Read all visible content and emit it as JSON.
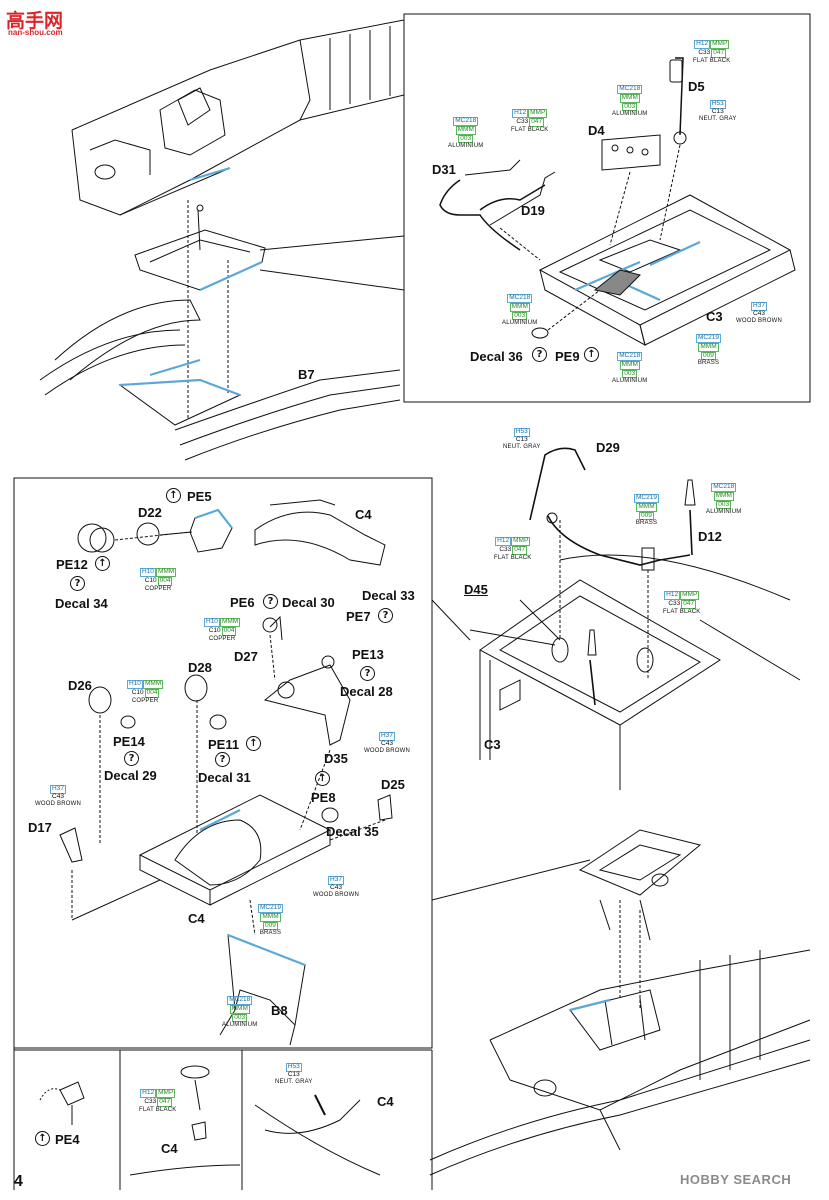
{
  "page": {
    "number": "4"
  },
  "watermarks": {
    "top_logo_text": "高手网",
    "top_logo_url": "nan-shou.com",
    "bottom_logo": "HOBBY SEARCH"
  },
  "labels": {
    "B7": "B7",
    "D5": "D5",
    "D4": "D4",
    "D31": "D31",
    "D19": "D19",
    "C3_top": "C3",
    "decal36": "Decal 36",
    "pe9": "PE9",
    "D29": "D29",
    "D12": "D12",
    "D45": "D45",
    "C3_right": "C3",
    "PE5": "PE5",
    "D22": "D22",
    "C4_top": "C4",
    "PE12": "PE12",
    "decal34": "Decal 34",
    "PE6": "PE6",
    "decal30": "Decal 30",
    "decal33": "Decal 33",
    "PE7": "PE7",
    "D27": "D27",
    "PE13": "PE13",
    "decal28": "Decal 28",
    "D28": "D28",
    "D26": "D26",
    "PE14": "PE14",
    "PE11": "PE11",
    "decal29": "Decal 29",
    "decal31": "Decal 31",
    "D35": "D35",
    "PE8": "PE8",
    "D25": "D25",
    "decal35": "Decal 35",
    "D17": "D17",
    "C4_mid": "C4",
    "B8": "B8",
    "PE4": "PE4",
    "C4_inset1": "C4",
    "C4_inset2": "C4"
  },
  "paint_callouts": {
    "flat_black_top": {
      "h": "H12",
      "m": "MMP",
      "c": "C33",
      "n": "047",
      "name": "FLAT BLACK"
    },
    "alu_a": {
      "h": "MC218",
      "m": "MMM",
      "n": "003",
      "name": "ALUMINIUM"
    },
    "flat_black_b": {
      "h": "H12",
      "m": "MMP",
      "c": "C33",
      "n": "047",
      "name": "FLAT BLACK"
    },
    "alu_b": {
      "h": "MC218",
      "m": "MMM",
      "n": "003",
      "name": "ALUMINIUM"
    },
    "neut_gray_a": {
      "h": "H53",
      "c": "C13",
      "name": "NEUT. GRAY"
    },
    "alu_c": {
      "h": "MC218",
      "m": "MMM",
      "n": "003",
      "name": "ALUMINIUM"
    },
    "wood_brown_a": {
      "h": "H37",
      "c": "C43",
      "name": "WOOD BROWN"
    },
    "brass_a": {
      "h": "MC219",
      "m": "MMM",
      "n": "009",
      "name": "BRASS"
    },
    "alu_d": {
      "h": "MC218",
      "m": "MMM",
      "n": "003",
      "name": "ALUMINIUM"
    },
    "neut_gray_b": {
      "h": "H53",
      "c": "C13",
      "name": "NEUT. GRAY"
    },
    "brass_b": {
      "h": "MC219",
      "m": "MMM",
      "n": "009",
      "name": "BRASS"
    },
    "alu_e": {
      "h": "MC218",
      "m": "MMM",
      "n": "003",
      "name": "ALUMINIUM"
    },
    "flat_black_c": {
      "h": "H12",
      "m": "MMP",
      "c": "C33",
      "n": "047",
      "name": "FLAT BLACK"
    },
    "flat_black_d": {
      "h": "H12",
      "m": "MMP",
      "c": "C33",
      "n": "047",
      "name": "FLAT BLACK"
    },
    "copper_a": {
      "h": "H10",
      "m": "MMM",
      "c": "C10",
      "n": "004",
      "name": "COPPER"
    },
    "copper_b": {
      "h": "H10",
      "m": "MMM",
      "c": "C10",
      "n": "004",
      "name": "COPPER"
    },
    "copper_c": {
      "h": "H10",
      "m": "MMM",
      "c": "C10",
      "n": "004",
      "name": "COPPER"
    },
    "wood_brown_b": {
      "h": "H37",
      "c": "C43",
      "name": "WOOD BROWN"
    },
    "wood_brown_c": {
      "h": "H37",
      "c": "C43",
      "name": "WOOD BROWN"
    },
    "wood_brown_d": {
      "h": "H37",
      "c": "C43",
      "name": "WOOD BROWN"
    },
    "brass_c": {
      "h": "MC219",
      "m": "MMM",
      "n": "009",
      "name": "BRASS"
    },
    "alu_f": {
      "h": "MC218",
      "m": "MMM",
      "n": "003",
      "name": "ALUMINIUM"
    },
    "flat_black_e": {
      "h": "H12",
      "m": "MMP",
      "c": "C33",
      "n": "047",
      "name": "FLAT BLACK"
    },
    "neut_gray_c": {
      "h": "H53",
      "c": "C13",
      "name": "NEUT. GRAY"
    }
  },
  "colors": {
    "accent_blue": "#5aa8d6",
    "line": "#111111",
    "box_green": "#5ab85a",
    "watermark_red": "#d8262b"
  }
}
